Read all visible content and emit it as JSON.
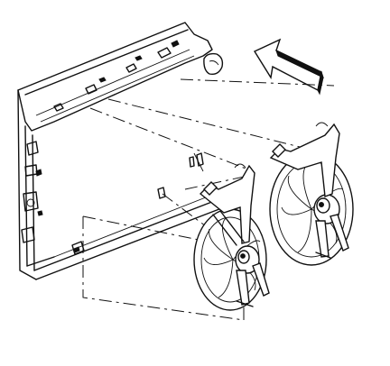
{
  "figure": {
    "kind": "exploded assembly line drawing",
    "parts": [
      {
        "name": "radiator-support",
        "visible": true
      },
      {
        "name": "fan-assembly-rear",
        "visible": true
      },
      {
        "name": "fan-assembly-front",
        "visible": true
      },
      {
        "name": "installation-direction-arrow",
        "visible": true
      }
    ],
    "colors": {
      "ink": "#111111",
      "background": "#ffffff"
    }
  }
}
